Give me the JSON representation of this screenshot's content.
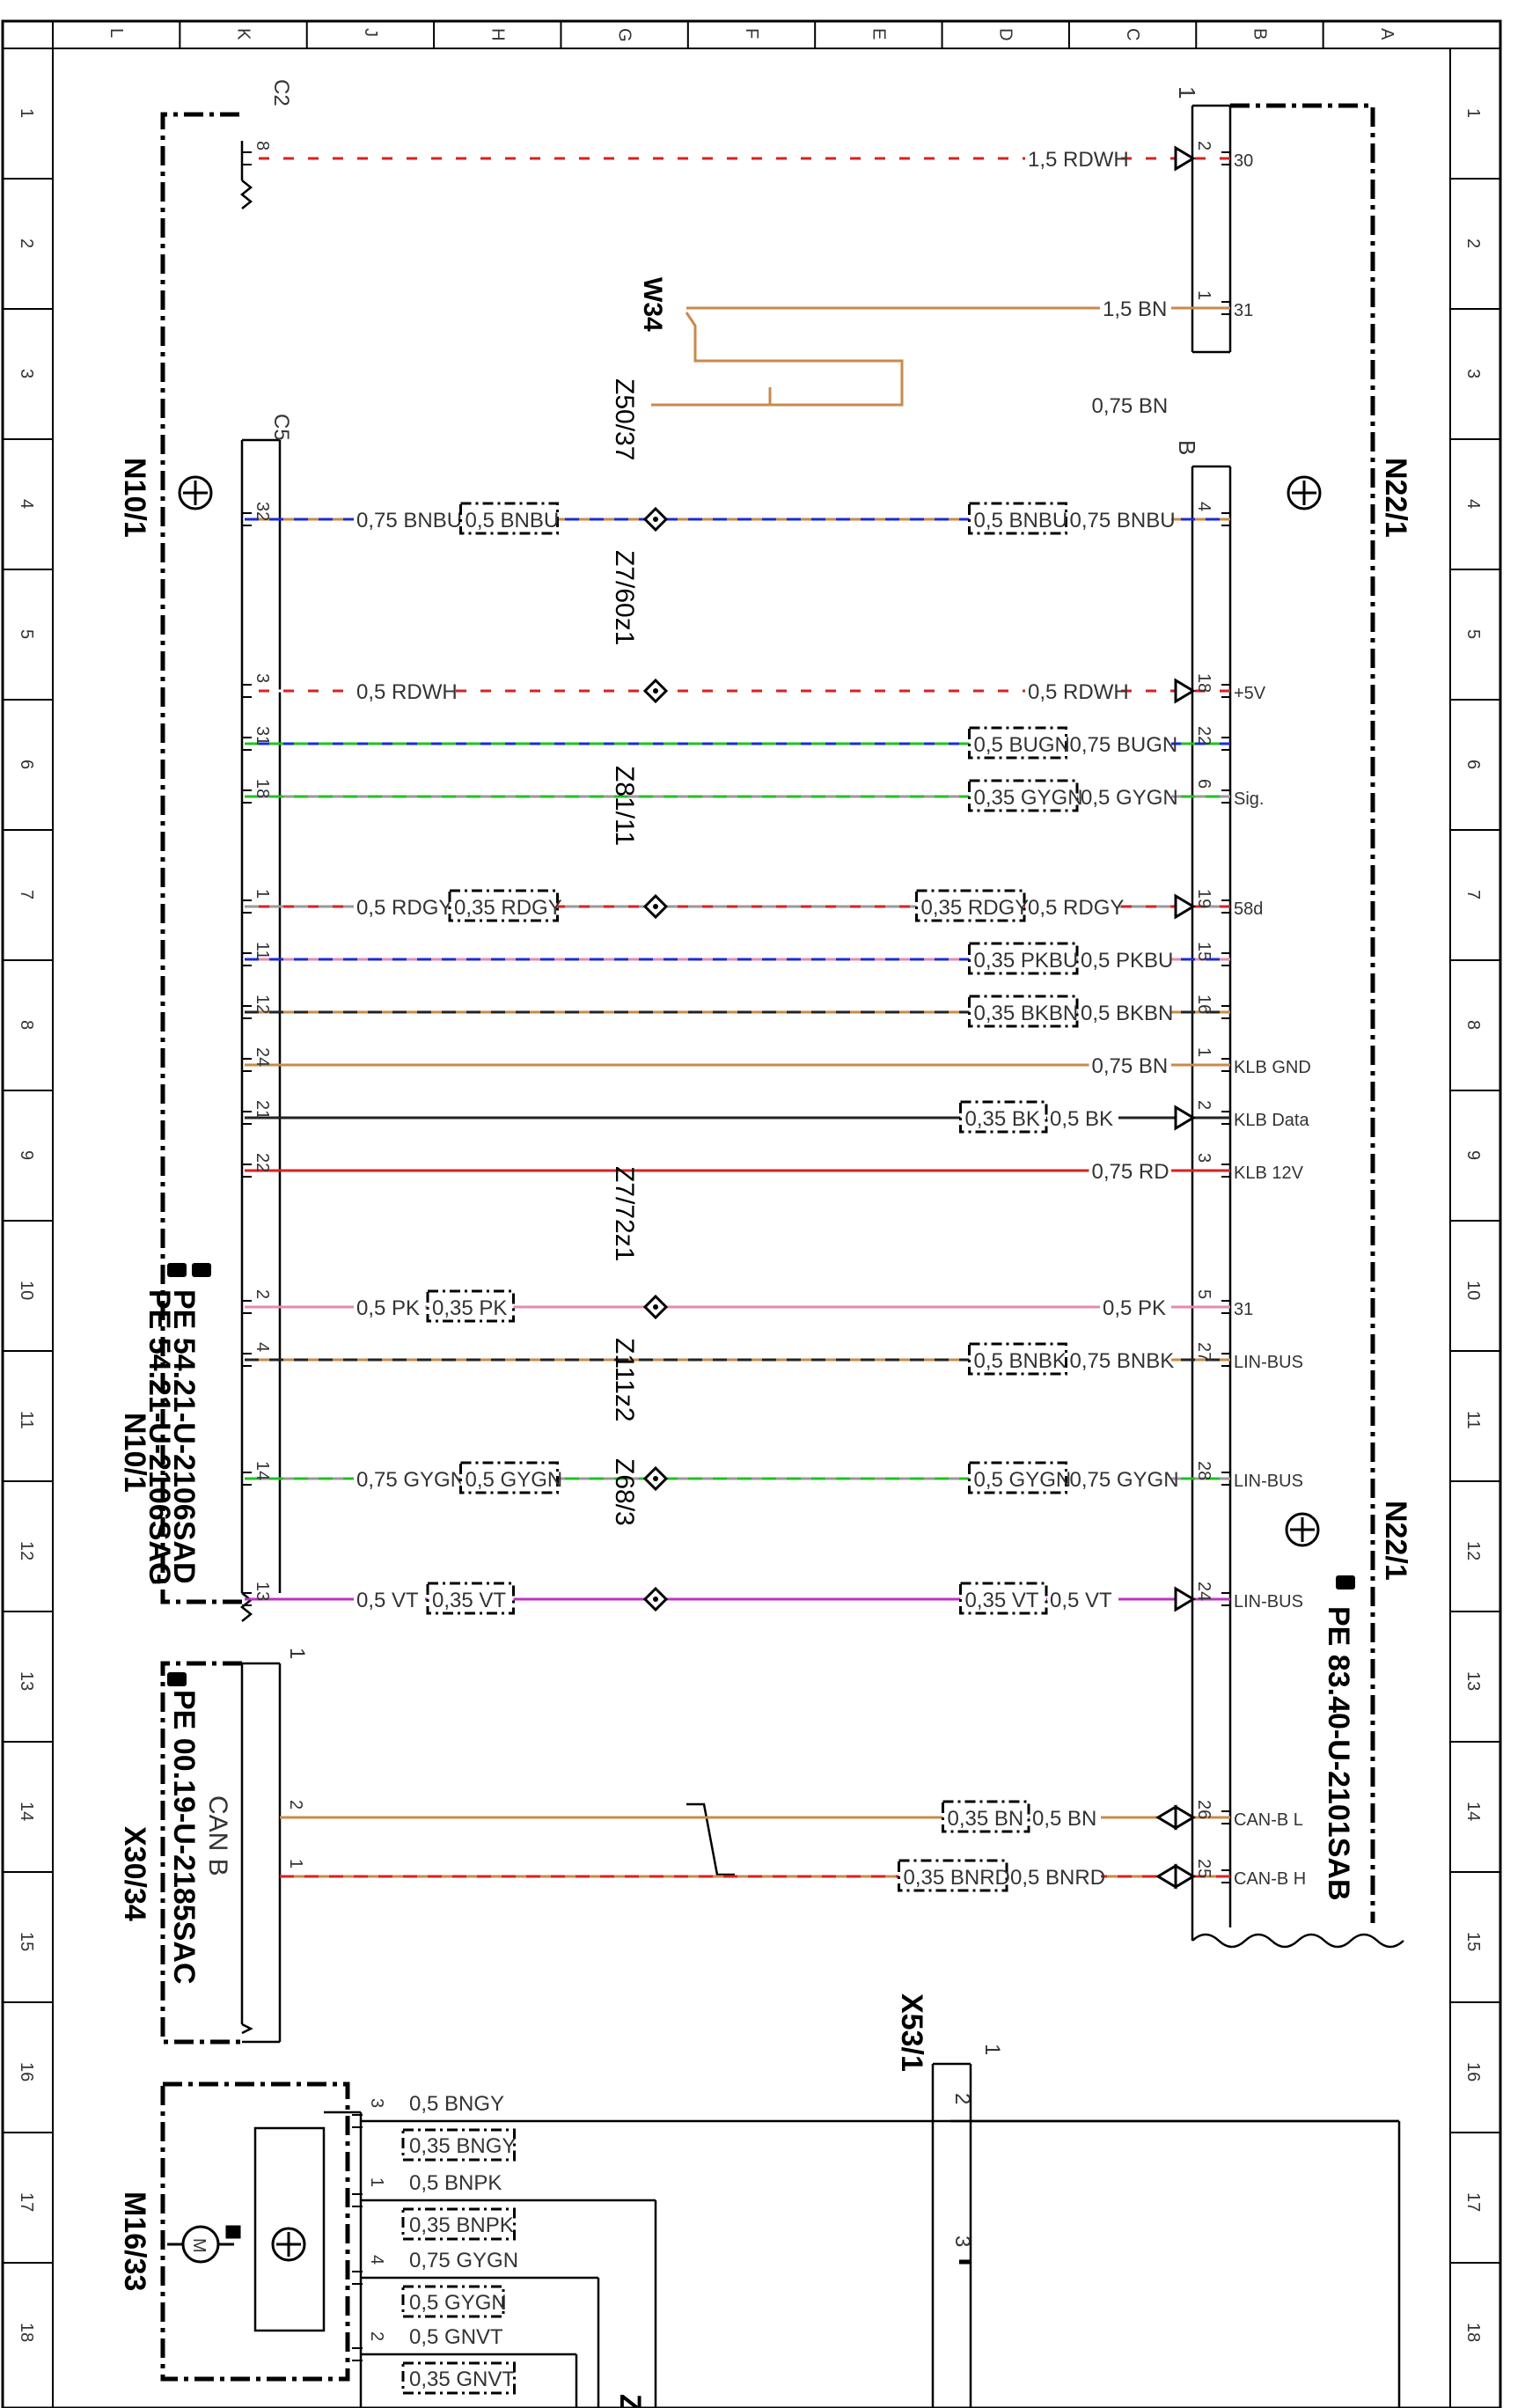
{
  "frame": {
    "columns": [
      "L",
      "K",
      "J",
      "H",
      "G",
      "F",
      "E",
      "D",
      "C",
      "B",
      "A"
    ],
    "rows": [
      "1",
      "2",
      "3",
      "4",
      "5",
      "6",
      "7",
      "8",
      "9",
      "10",
      "11",
      "12",
      "13",
      "14",
      "15",
      "16",
      "17",
      "18"
    ]
  },
  "components": {
    "n10_1": {
      "name": "N10/1",
      "connector_c2": "C2",
      "connector_c5": "C5",
      "refs": [
        "PE 54.21-U-2106SAD",
        "PE 54.21-U-2106SAG"
      ]
    },
    "n22_1": {
      "name": "N22/1",
      "connector_1": "1",
      "connector_b": "B",
      "refs": [
        "PE 83.40-U-2101SAB"
      ]
    },
    "x30_34": {
      "name": "X30/34",
      "inner": "CAN B",
      "pin1": "1",
      "refs": [
        "PE 00.19-U-2185SAC"
      ]
    },
    "x53_1": {
      "name": "X53/1",
      "pin1": "1",
      "pin2": "2",
      "pin3": "3"
    },
    "m16_33": {
      "name": "M16/33",
      "motor": "M"
    },
    "w34": {
      "name": "W34"
    },
    "partial_label": "Z"
  },
  "wires": [
    {
      "left_pin": "8",
      "left_label": "",
      "left_box": "",
      "splice": "",
      "right_box": "",
      "right_label": "1,5 RDWH",
      "right_pin": "2",
      "function": "30",
      "arrow": "single",
      "colors": [
        "#d92020",
        "#ffffff"
      ]
    },
    {
      "left_pin": "",
      "left_label": "",
      "left_box": "",
      "splice": "",
      "right_box": "",
      "right_label": "1,5 BN",
      "right_pin": "1",
      "function": "31",
      "arrow": "none",
      "colors": [
        "#c98a4a"
      ]
    },
    {
      "left_pin": "",
      "left_label": "",
      "left_box": "",
      "splice": "",
      "right_box": "",
      "right_label": "0,75 BN",
      "right_pin": "",
      "function": "",
      "arrow": "none",
      "colors": [
        "#c98a4a"
      ]
    },
    {
      "left_pin": "32",
      "left_label": "0,75 BNBU",
      "left_box": "0,5 BNBU",
      "splice": "Z50/37",
      "right_box": "0,5 BNBU",
      "right_label": "0,75 BNBU",
      "right_pin": "4",
      "function": "",
      "arrow": "none",
      "colors": [
        "#c98a4a",
        "#1a2bd8"
      ]
    },
    {
      "left_pin": "3",
      "left_label": "0,5 RDWH",
      "left_box": "",
      "splice": "Z7/60z1",
      "right_box": "",
      "right_label": "0,5 RDWH",
      "right_pin": "18",
      "function": "+5V",
      "arrow": "single",
      "colors": [
        "#d92020",
        "#ffffff"
      ]
    },
    {
      "left_pin": "31",
      "left_label": "",
      "left_box": "",
      "splice": "",
      "right_box": "0,5 BUGN",
      "right_label": "0,75 BUGN",
      "right_pin": "22",
      "function": "",
      "arrow": "none",
      "colors": [
        "#1a2bd8",
        "#22c022"
      ]
    },
    {
      "left_pin": "18",
      "left_label": "",
      "left_box": "",
      "splice": "",
      "right_box": "0,35 GYGN",
      "right_label": "0,5 GYGN",
      "right_pin": "6",
      "function": "Sig.",
      "arrow": "none",
      "colors": [
        "#9a9a9a",
        "#22c022"
      ]
    },
    {
      "left_pin": "1",
      "left_label": "0,5 RDGY",
      "left_box": "0,35 RDGY",
      "splice": "Z81/11",
      "right_box": "0,35 RDGY",
      "right_label": "0,5 RDGY",
      "right_pin": "19",
      "function": "58d",
      "arrow": "single",
      "colors": [
        "#d92020",
        "#9a9a9a"
      ]
    },
    {
      "left_pin": "11",
      "left_label": "",
      "left_box": "",
      "splice": "",
      "right_box": "0,35 PKBU",
      "right_label": "0,5 PKBU",
      "right_pin": "15",
      "function": "",
      "arrow": "none",
      "colors": [
        "#e58ab0",
        "#1a2bd8"
      ]
    },
    {
      "left_pin": "12",
      "left_label": "",
      "left_box": "",
      "splice": "",
      "right_box": "0,35 BKBN",
      "right_label": "0,5 BKBN",
      "right_pin": "16",
      "function": "",
      "arrow": "none",
      "colors": [
        "#c98a4a",
        "#222222"
      ]
    },
    {
      "left_pin": "24",
      "left_label": "",
      "left_box": "",
      "splice": "",
      "right_box": "",
      "right_label": "0,75 BN",
      "right_pin": "1",
      "function": "KLB GND",
      "arrow": "none",
      "colors": [
        "#c98a4a"
      ]
    },
    {
      "left_pin": "21",
      "left_label": "",
      "left_box": "",
      "splice": "",
      "right_box": "0,35 BK",
      "right_label": "0,5 BK",
      "right_pin": "2",
      "function": "KLB Data",
      "arrow": "single",
      "colors": [
        "#222222"
      ]
    },
    {
      "left_pin": "22",
      "left_label": "",
      "left_box": "",
      "splice": "",
      "right_box": "",
      "right_label": "0,75 RD",
      "right_pin": "3",
      "function": "KLB 12V",
      "arrow": "none",
      "colors": [
        "#d92020"
      ]
    },
    {
      "left_pin": "2",
      "left_label": "0,5 PK",
      "left_box": "0,35 PK",
      "splice": "Z7/72z1",
      "right_box": "",
      "right_label": "0,5 PK",
      "right_pin": "5",
      "function": "31",
      "arrow": "none",
      "colors": [
        "#e58ab0"
      ]
    },
    {
      "left_pin": "4",
      "left_label": "",
      "left_box": "",
      "splice": "",
      "right_box": "0,5 BNBK",
      "right_label": "0,75 BNBK",
      "right_pin": "27",
      "function": "LIN-BUS",
      "arrow": "none",
      "colors": [
        "#c98a4a",
        "#222222"
      ]
    },
    {
      "left_pin": "14",
      "left_label": "0,75 GYGN",
      "left_box": "0,5 GYGN",
      "splice": "Z111z2",
      "right_box": "0,5 GYGN",
      "right_label": "0,75 GYGN",
      "right_pin": "28",
      "function": "LIN-BUS",
      "arrow": "none",
      "colors": [
        "#9a9a9a",
        "#22c022"
      ]
    },
    {
      "left_pin": "13",
      "left_label": "0,5 VT",
      "left_box": "0,35 VT",
      "splice": "Z68/3",
      "right_box": "0,35 VT",
      "right_label": "0,5 VT",
      "right_pin": "24",
      "function": "LIN-BUS",
      "arrow": "single",
      "colors": [
        "#c030c8"
      ]
    },
    {
      "left_pin": "2",
      "left_label": "",
      "left_box": "",
      "splice": "",
      "right_box": "0,35 BN",
      "right_label": "0,5 BN",
      "right_pin": "26",
      "function": "CAN-B L",
      "arrow": "double",
      "colors": [
        "#c98a4a"
      ]
    },
    {
      "left_pin": "1",
      "left_label": "",
      "left_box": "",
      "splice": "",
      "right_box": "0,35 BNRD",
      "right_label": "0,5 BNRD",
      "right_pin": "25",
      "function": "CAN-B H",
      "arrow": "double",
      "colors": [
        "#c98a4a",
        "#d92020"
      ]
    }
  ],
  "motor_wires": [
    {
      "pin": "3",
      "label": "0,5 BNGY",
      "box": "0,35 BNGY"
    },
    {
      "pin": "1",
      "label": "0,5 BNPK",
      "box": "0,35 BNPK"
    },
    {
      "pin": "4",
      "label": "0,75 GYGN",
      "box": "0,5 GYGN"
    },
    {
      "pin": "2",
      "label": "0,5 GNVT",
      "box": "0,35 GNVT"
    }
  ]
}
